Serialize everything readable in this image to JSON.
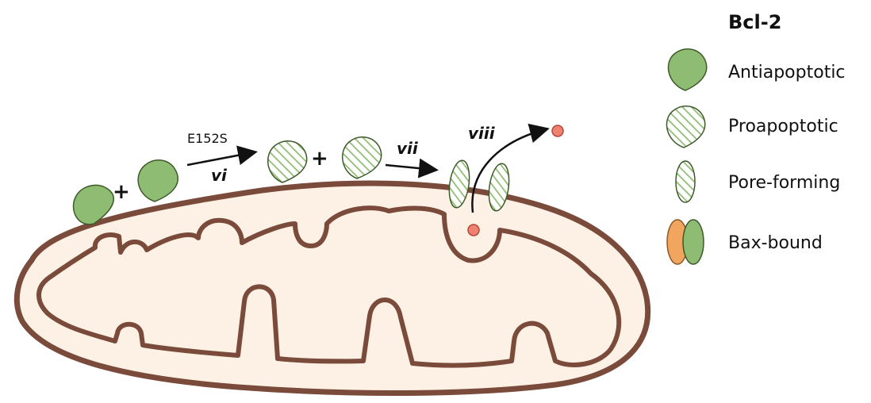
{
  "legend": {
    "title": "Bcl-2",
    "items": [
      {
        "label": "Antiapoptotic",
        "icon": "antiapoptotic-drop-icon"
      },
      {
        "label": "Proapoptotic",
        "icon": "proapoptotic-drop-icon"
      },
      {
        "label": "Pore-forming",
        "icon": "pore-forming-oval-icon"
      },
      {
        "label": "Bax-bound",
        "icon": "bax-bound-pair-icon"
      }
    ]
  },
  "steps": {
    "mutation": "E152S",
    "vi": "vi",
    "vii": "vii",
    "viii": "viii"
  },
  "symbols": {
    "plus": "+"
  },
  "colors": {
    "green": "#8fbc73",
    "green_stroke": "#3e5a2a",
    "hatch": "#8fbc73",
    "orange": "#f2a55f",
    "membrane": "#7a4a3a",
    "matrix": "#fdf1e5",
    "red_dot": "#f08070"
  }
}
